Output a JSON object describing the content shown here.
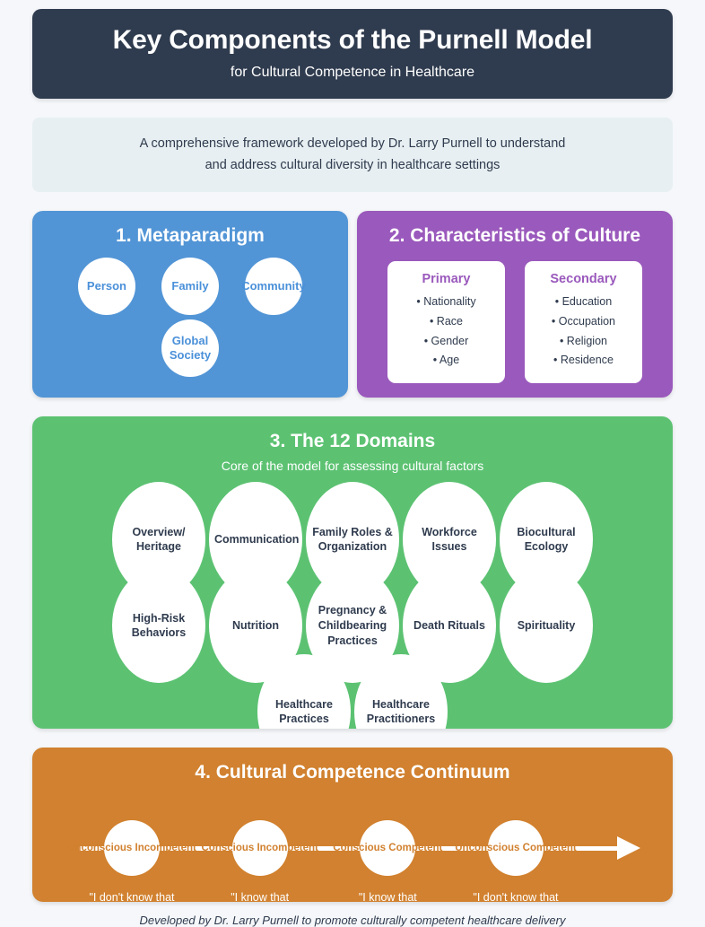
{
  "header": {
    "title": "Key Components of the Purnell Model",
    "subtitle": "for Cultural Competence in Healthcare"
  },
  "intro": {
    "line1": "A comprehensive framework developed by Dr. Larry Purnell to understand",
    "line2": "and address cultural diversity in healthcare settings"
  },
  "colors": {
    "header_bg": "#2F3B4E",
    "page_bg": "#F5F7FA",
    "intro_bg": "#E7EFF2",
    "metaparadigm": "#5295D6",
    "characteristics": "#9A59BC",
    "domains": "#5CC272",
    "continuum": "#D1812F",
    "circle_fill": "#FFFFFF",
    "dark_text": "#2F3B4E"
  },
  "metaparadigm": {
    "title": "1. Metaparadigm",
    "circles_row1": [
      {
        "label": "Person"
      },
      {
        "label": "Family"
      },
      {
        "label": "Community"
      }
    ],
    "circles_row2": [
      {
        "label": "Global Society"
      }
    ]
  },
  "characteristics": {
    "title": "2. Characteristics of Culture",
    "cards": [
      {
        "title": "Primary",
        "items": [
          "• Nationality",
          "• Race",
          "• Gender",
          "• Age"
        ]
      },
      {
        "title": "Secondary",
        "items": [
          "• Education",
          "• Occupation",
          "• Religion",
          "• Residence"
        ]
      }
    ]
  },
  "domains": {
    "title": "3. The 12 Domains",
    "subtitle": "Core of the model for assessing cultural factors",
    "row1": [
      {
        "label": "Overview/ Heritage"
      },
      {
        "label": "Communication"
      },
      {
        "label": "Family Roles & Organization"
      },
      {
        "label": "Workforce Issues"
      },
      {
        "label": "Biocultural Ecology"
      }
    ],
    "row2": [
      {
        "label": "High-Risk Behaviors"
      },
      {
        "label": "Nutrition"
      },
      {
        "label": "Pregnancy & Childbearing Practices"
      },
      {
        "label": "Death Rituals"
      },
      {
        "label": "Spirituality"
      }
    ],
    "row3": [
      {
        "label": "Healthcare Practices"
      },
      {
        "label": "Healthcare Practitioners"
      }
    ]
  },
  "continuum": {
    "title": "4. Cultural Competence Continuum",
    "stages": [
      {
        "circle_label": "Unconscious\nIncompetent",
        "quote": "\"I don't know that\nI don't know\""
      },
      {
        "circle_label": "Conscious\nIncompetent",
        "quote": "\"I know that\nI don't know\""
      },
      {
        "circle_label": "Conscious\nCompetent",
        "quote": "\"I know that\nI know\""
      },
      {
        "circle_label": "Unconscious\nCompetent",
        "quote": "\"I don't know that\nI know\""
      }
    ]
  },
  "footer": {
    "text": "Developed by Dr. Larry Purnell to promote culturally competent healthcare delivery"
  }
}
